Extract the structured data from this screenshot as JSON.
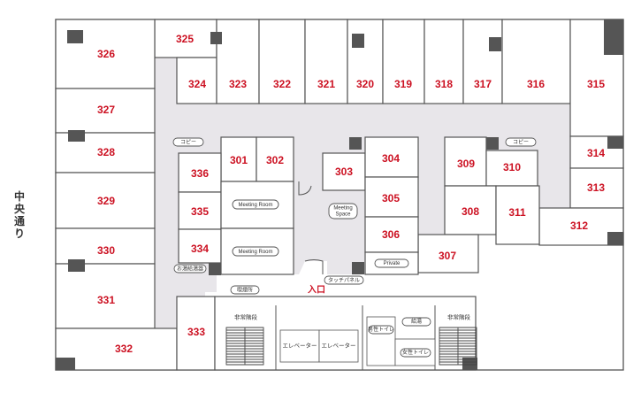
{
  "street_label": "中央通り",
  "rooms": [
    "301",
    "302",
    "303",
    "304",
    "305",
    "306",
    "307",
    "308",
    "309",
    "310",
    "311",
    "312",
    "313",
    "314",
    "315",
    "316",
    "317",
    "318",
    "319",
    "320",
    "321",
    "322",
    "323",
    "324",
    "325",
    "326",
    "327",
    "328",
    "329",
    "330",
    "331",
    "332",
    "333",
    "334",
    "335",
    "336"
  ],
  "labels": {
    "meeting_room_1": "Meeting Room",
    "meeting_room_2": "Meeting Room",
    "meeting_space_line1": "Meeting",
    "meeting_space_line2": "Space",
    "private": "Private",
    "copy_1": "コピー",
    "copy_2": "コピー",
    "kitchen_left": "お湯給湯器",
    "smoking_room": "喫煙所",
    "touch_panel": "タッチパネル",
    "entrance": "入口",
    "emergency_stairs_left": "非常階段",
    "emergency_stairs_right": "非常階段",
    "elevator_1": "エレベーター",
    "elevator_2": "エレベーター",
    "mens_toilet": "男性トイレ",
    "womens_toilet": "女性トイレ",
    "kitchen_right": "給湯"
  },
  "colors": {
    "corridor": "#e8e6ea",
    "room_number": "#cc1122",
    "wall": "#555555"
  }
}
